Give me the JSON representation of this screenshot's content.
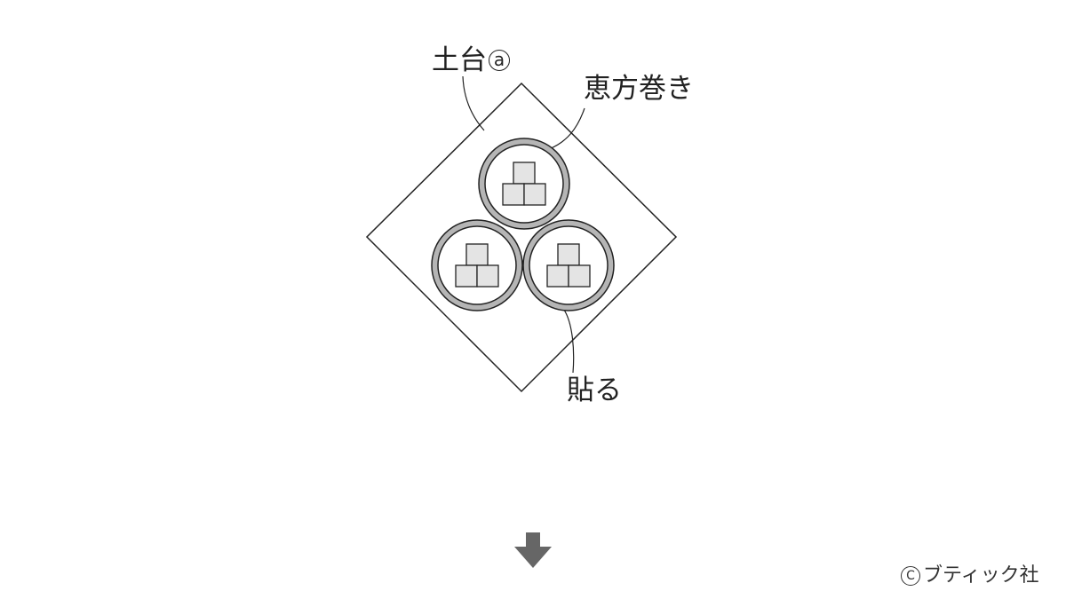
{
  "labels": {
    "base": "土台",
    "base_marker": "a",
    "ehomaki": "恵方巻き",
    "paste": "貼る"
  },
  "copyright": {
    "symbol": "C",
    "text": "ブティック社"
  },
  "colors": {
    "line": "#222222",
    "ring": "#b5b5b5",
    "block": "#e4e4e4",
    "arrow": "#666666"
  },
  "icons": {
    "next_step": "down-arrow-icon"
  }
}
